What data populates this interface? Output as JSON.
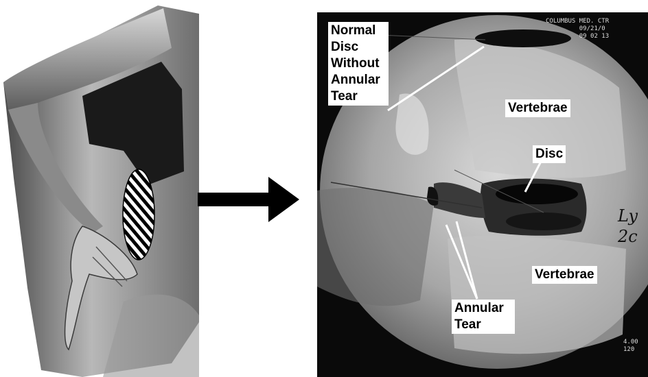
{
  "labels": {
    "normal_disc": [
      "Normal",
      "Disc",
      "Without",
      "Annular",
      "Tear"
    ],
    "vertebrae_top": "Vertebrae",
    "disc": "Disc",
    "vertebrae_bottom": "Vertebrae",
    "annular_tear": [
      "Annular",
      "Tear"
    ]
  },
  "colors": {
    "label_bg": "#ffffff",
    "label_text": "#000000",
    "arrow": "#000000",
    "leader_line": "#ffffff"
  }
}
